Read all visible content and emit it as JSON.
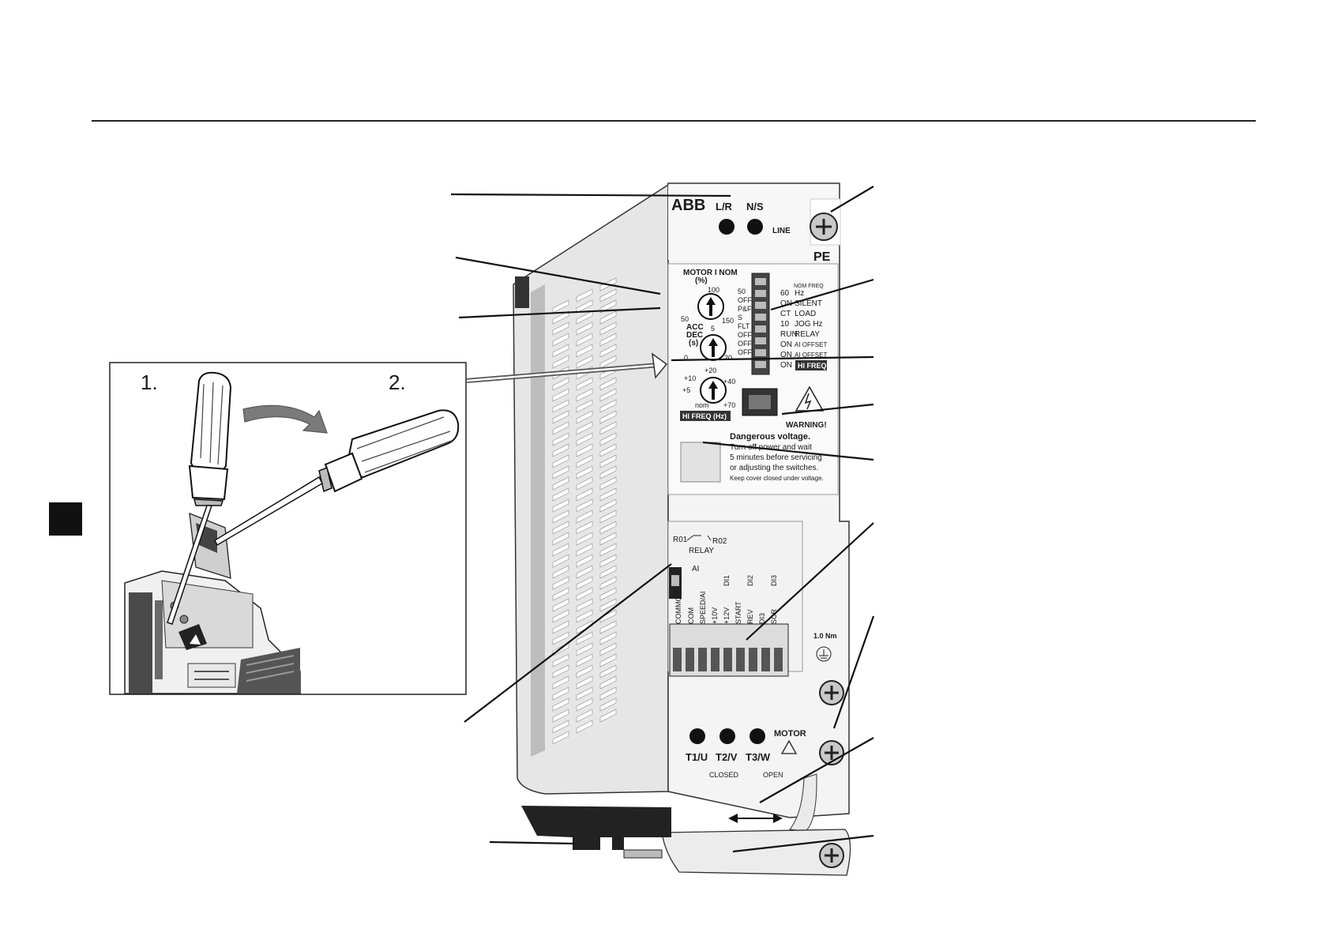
{
  "inset": {
    "step1": "1.",
    "step2": "2."
  },
  "drive": {
    "brand": "ABB",
    "top_led_labels": [
      "L/R",
      "N/S",
      "LINE"
    ],
    "pe_label": "PE",
    "pot_motor_title": "MOTOR I NOM",
    "pot_motor_unit": "(%)",
    "pot_motor_ticks": [
      "100",
      "50",
      "150"
    ],
    "pot_acc_title_1": "ACC",
    "pot_acc_title_2": "DEC",
    "pot_acc_unit": "(s)",
    "pot_acc_ticks": [
      "5",
      "0",
      "20"
    ],
    "pot_hf_ticks": [
      "+20",
      "+10",
      "+40",
      "+5",
      "nom",
      "+70"
    ],
    "hi_freq_badge": "HI FREQ (Hz)",
    "dip_left": [
      "50",
      "OFF",
      "P&F",
      "S",
      "FLT",
      "OFF",
      "OFF",
      "OFF"
    ],
    "dip_mid": [
      "60",
      "ON",
      "CT",
      "10",
      "RUN",
      "ON",
      "ON",
      "ON"
    ],
    "dip_right": [
      "NOM FREQ",
      "Hz",
      "SILENT",
      "LOAD",
      "JOG Hz",
      "RELAY",
      "AI OFFSET",
      "AI OFFSET"
    ],
    "hi_freq_badge_2": "HI FREQ",
    "warning_title": "WARNING!",
    "warning_lines": [
      "Dangerous voltage.",
      "Turn off power and wait",
      "5 minutes before servicing",
      "or adjusting the switches.",
      "Keep cover closed under voltage."
    ],
    "relay_labels": [
      "R01",
      "R02",
      "RELAY"
    ],
    "ai_label": "AI",
    "terminal_labels": [
      "COMMON",
      "COM",
      "SPEED/AI",
      "+10V",
      "+12V",
      "START",
      "REV",
      "DI3",
      "SCR"
    ],
    "di_labels": [
      "DI1",
      "DI2",
      "DI3"
    ],
    "torque_label": "1.0 Nm",
    "motor_label": "MOTOR",
    "motor_terminals": [
      "T1/U",
      "T2/V",
      "T3/W"
    ],
    "closed_label": "CLOSED",
    "open_label": "OPEN"
  }
}
